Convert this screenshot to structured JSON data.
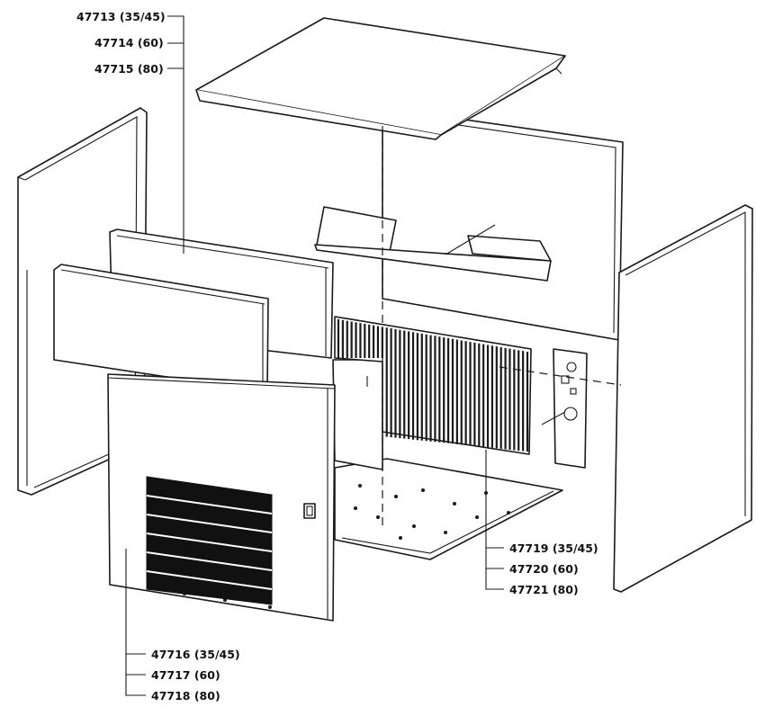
{
  "callouts": {
    "top": [
      "47713 (35/45)",
      "47714 (60)",
      "47715 (80)"
    ],
    "condenser": [
      "47719 (35/45)",
      "47720 (60)",
      "47721 (80)"
    ],
    "front": [
      "47716 (35/45)",
      "47717 (60)",
      "47718 (80)"
    ]
  }
}
